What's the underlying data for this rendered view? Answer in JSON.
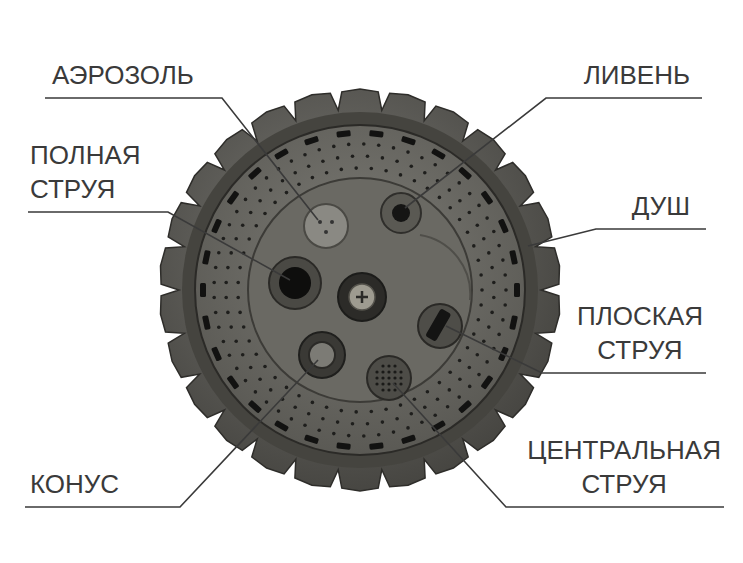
{
  "diagram": {
    "labels": [
      "АЭРОЗОЛЬ",
      "ЛИВЕНЬ",
      "ПОЛНАЯ СТРУЯ",
      "ДУШ",
      "ПЛОСКАЯ СТРУЯ",
      "КОНУС",
      "ЦЕНТРАЛЬНАЯ СТРУЯ"
    ]
  }
}
